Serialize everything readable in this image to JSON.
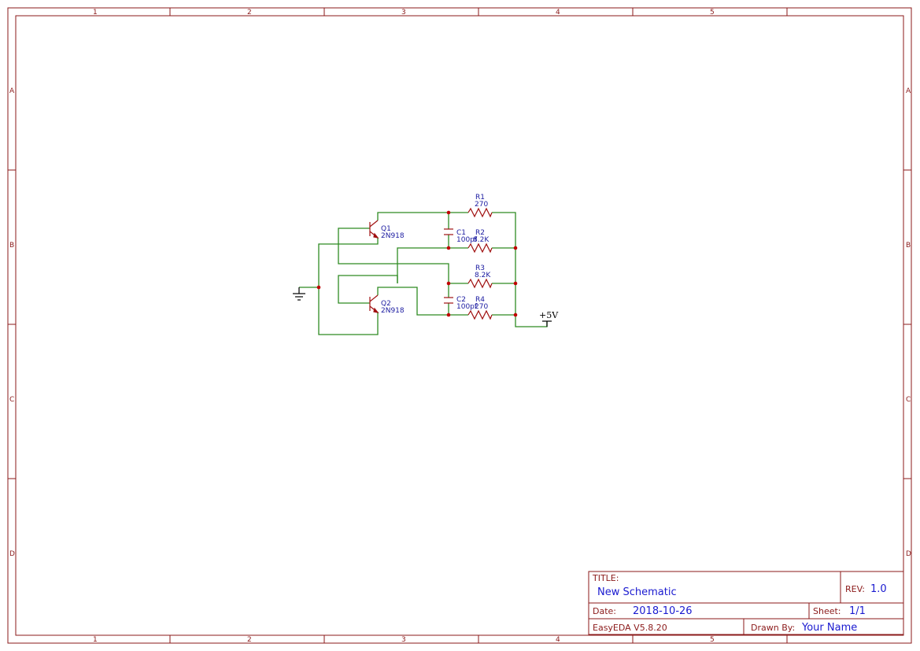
{
  "zones": {
    "columns": [
      "1",
      "2",
      "3",
      "4",
      "5"
    ],
    "rows": [
      "A",
      "B",
      "C",
      "D"
    ]
  },
  "components": {
    "q1": {
      "designator": "Q1",
      "value": "2N918"
    },
    "q2": {
      "designator": "Q2",
      "value": "2N918"
    },
    "r1": {
      "designator": "R1",
      "value": "270"
    },
    "r2": {
      "designator": "R2",
      "value": "8.2K"
    },
    "r3": {
      "designator": "R3",
      "value": "8.2K"
    },
    "r4": {
      "designator": "R4",
      "value": "270"
    },
    "c1": {
      "designator": "C1",
      "value": "100pf"
    },
    "c2": {
      "designator": "C2",
      "value": "100pf"
    },
    "power": {
      "label": "+5V"
    }
  },
  "title_block": {
    "title_label": "TITLE:",
    "title": "New Schematic",
    "rev_label": "REV:",
    "rev": "1.0",
    "date_label": "Date:",
    "date": "2018-10-26",
    "sheet_label": "Sheet:",
    "sheet": "1/1",
    "software": "EasyEDA V5.8.20",
    "drawn_by_label": "Drawn By:",
    "drawn_by": "Your Name"
  },
  "colors": {
    "frame": "#8b1a1a",
    "wire": "#2e8b22",
    "part": "#a01010",
    "text_value": "#1a1ad0"
  }
}
